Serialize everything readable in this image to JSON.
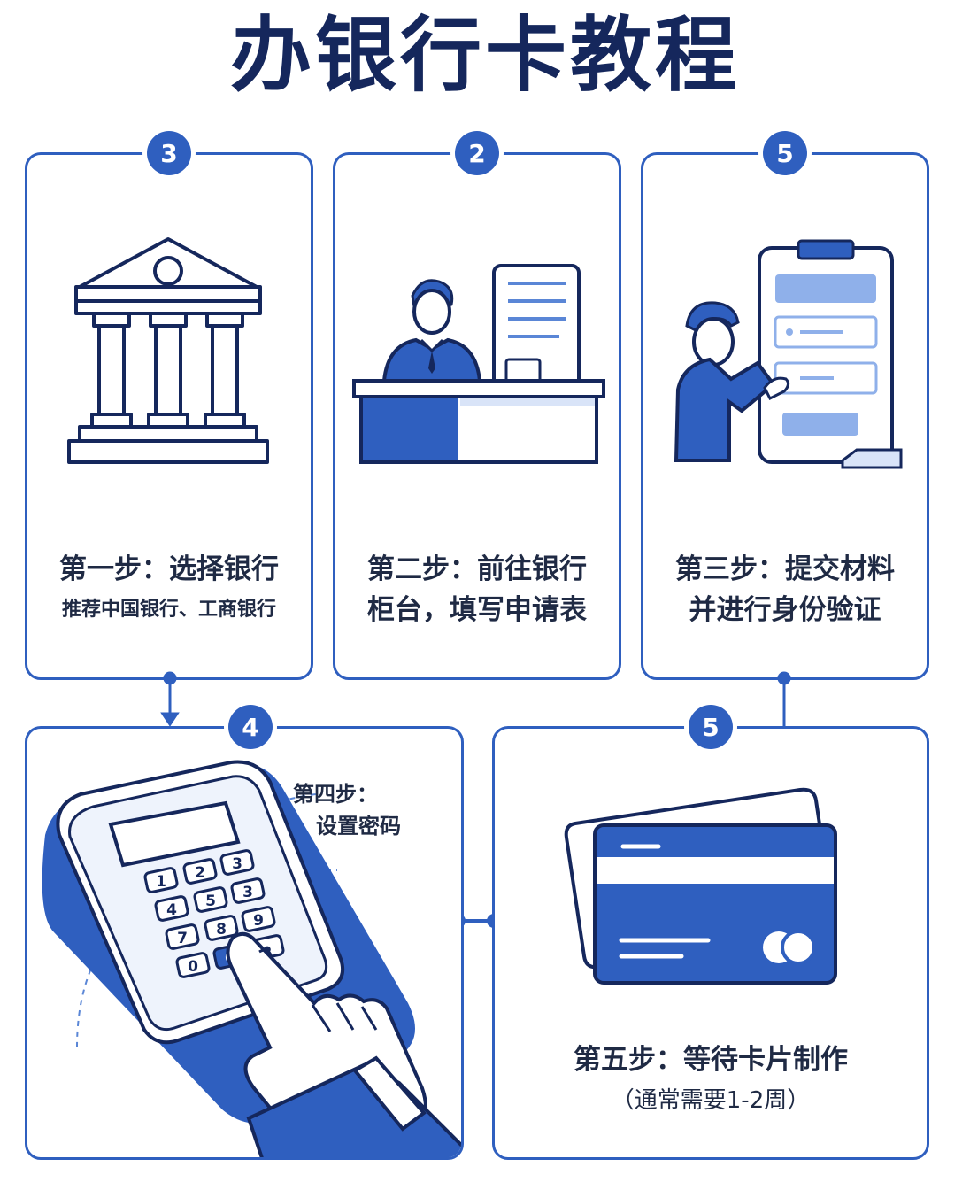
{
  "title": "办银行卡教程",
  "steps": [
    {
      "badge": "3",
      "line1": "第一步：选择银行",
      "line2": "推荐中国银行、工商银行",
      "icon": "bank-building-icon"
    },
    {
      "badge": "2",
      "line1": "第二步：前往银行",
      "line2": "柜台，填写申请表",
      "icon": "bank-counter-icon"
    },
    {
      "badge": "5",
      "line1": "第三步：提交材料",
      "line2": "并进行身份验证",
      "icon": "identity-verification-icon"
    },
    {
      "badge": "4",
      "line1": "第四步：",
      "line2": "设置密码",
      "icon": "pin-pad-icon"
    },
    {
      "badge": "5",
      "line1": "第五步：等待卡片制作",
      "line2": "（通常需要1-2周）",
      "icon": "bank-card-icon"
    }
  ],
  "keypad": {
    "keys": [
      "1",
      "2",
      "3",
      "4",
      "5",
      "3",
      "7",
      "8",
      "9",
      "0",
      "0",
      "●"
    ]
  },
  "colors": {
    "primary": "#2f5fbf",
    "dark": "#15275c",
    "light": "#d9e4f8",
    "mid": "#8fb0ea"
  }
}
